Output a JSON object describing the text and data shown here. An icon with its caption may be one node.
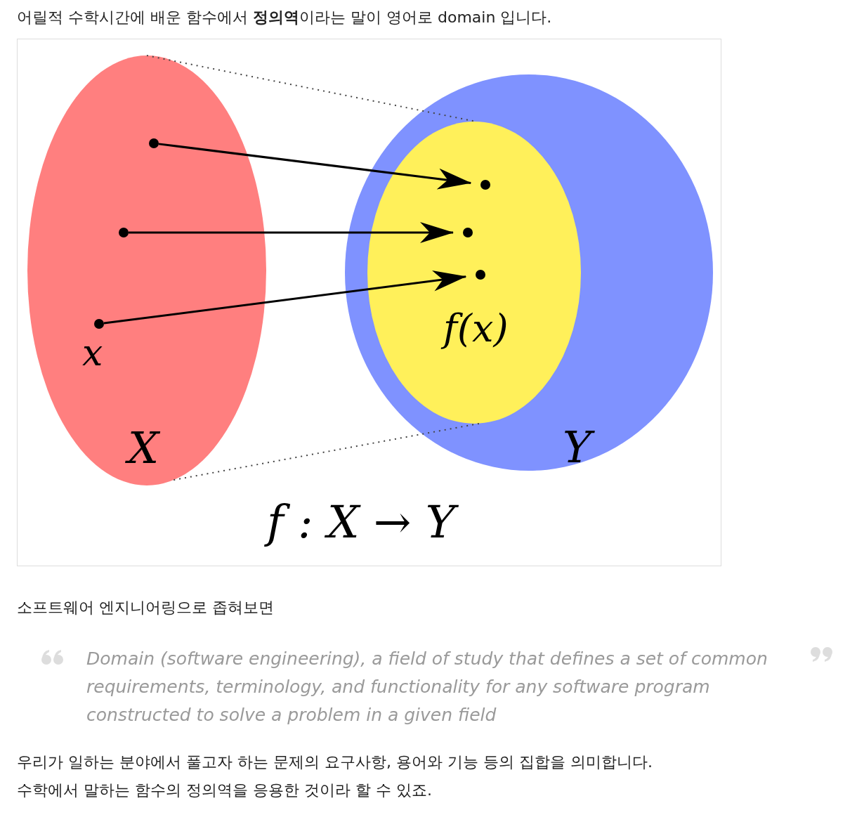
{
  "diagram": {
    "nodes": [
      {
        "text": [
          "X"
        ]
      },
      {
        "text": [
          "Y"
        ]
      },
      {
        "text": [
          "f(x)"
        ],
        "in": 1
      },
      {
        "text": [],
        "shape": "circle",
        "in": 0
      },
      {
        "text": [],
        "shape": "circle",
        "in": 0
      },
      {
        "text": [],
        "shape": "circle",
        "in": 0,
        "beside": [
          "x"
        ]
      },
      {
        "text": [],
        "shape": "circle",
        "in": 2
      },
      {
        "text": [],
        "shape": "circle",
        "in": 2
      },
      {
        "text": [],
        "shape": "circle",
        "in": 2
      }
    ],
    "edges": [
      {
        "from": 3,
        "to": 6,
        "arrow": "to"
      },
      {
        "from": 4,
        "to": 7,
        "arrow": "to"
      },
      {
        "from": 5,
        "to": 8,
        "arrow": "to"
      },
      {
        "from": 0,
        "to": 2,
        "arrow": "none",
        "style": "dashed"
      },
      {
        "from": 0,
        "to": 2,
        "arrow": "none",
        "style": "dashed"
      }
    ],
    "labels": [
      "어릴적 수학시간에 배운 함수에서 **정의역**이라는 말이 영어로 domain 입니다.",
      "f : X → Y",
      "소프트웨어 엔지니어링으로 좁혀보면",
      "Domain (software engineering), a field of study that defines a set of common requirements, terminology, and functionality for any software program constructed to solve a problem in a given field",
      "우리가 일하는 분야에서 풀고자 하는 문제의 요구사항, 용어와 기능 등의 집합을 의미합니다.",
      "수학에서 말하는 함수의 정의역을 응용한 것이라 할 수 있죠."
    ]
  }
}
